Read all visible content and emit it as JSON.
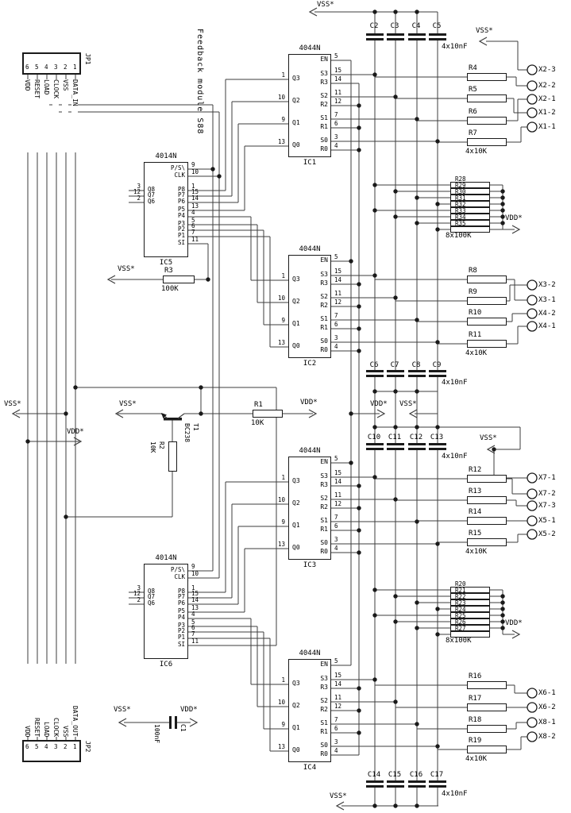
{
  "title": "Feedback module S88",
  "colors": {
    "wire": "#3d3d3d",
    "ink": "#000000",
    "background": "#ffffff"
  },
  "connectors": [
    {
      "ref": "JP1",
      "pin_numbers": [
        "6",
        "5",
        "4",
        "3",
        "2",
        "1"
      ],
      "signals": [
        "VDD",
        "RESET",
        "LOAD",
        "CLOCK",
        "VSS",
        "DATA_IN"
      ]
    },
    {
      "ref": "JP2",
      "pin_numbers": [
        "6",
        "5",
        "4",
        "3",
        "2",
        "1"
      ],
      "signals": [
        "VDD",
        "RESET",
        "LOAD",
        "CLOCK",
        "VSS",
        "DATA_OUT"
      ]
    }
  ],
  "ic_types": {
    "4044N": {
      "right_pins": [
        {
          "name": "EN",
          "num": "5"
        },
        {
          "name": "S3",
          "num": "15"
        },
        {
          "name": "R3",
          "num": "14"
        },
        {
          "name": "S2",
          "num": "11"
        },
        {
          "name": "R2",
          "num": "12"
        },
        {
          "name": "S1",
          "num": "7"
        },
        {
          "name": "R1",
          "num": "6"
        },
        {
          "name": "S0",
          "num": "3"
        },
        {
          "name": "R0",
          "num": "4"
        }
      ],
      "left_pins": [
        {
          "name": "Q3",
          "num": "1"
        },
        {
          "name": "Q2",
          "num": "10"
        },
        {
          "name": "Q1",
          "num": "9"
        },
        {
          "name": "Q0",
          "num": "13"
        }
      ]
    },
    "4014N": {
      "right_pins": [
        {
          "name": "P/S\\",
          "num": "9"
        },
        {
          "name": "CLK",
          "num": "10"
        },
        {
          "name": "P8",
          "num": "1"
        },
        {
          "name": "P7",
          "num": "15"
        },
        {
          "name": "P6",
          "num": "14"
        },
        {
          "name": "P5",
          "num": "13"
        },
        {
          "name": "P4",
          "num": "4"
        },
        {
          "name": "P3",
          "num": "5"
        },
        {
          "name": "P2",
          "num": "6"
        },
        {
          "name": "P1",
          "num": "7"
        },
        {
          "name": "SI",
          "num": "11"
        }
      ],
      "left_pins": [
        {
          "name": "Q8",
          "num": "3"
        },
        {
          "name": "Q7",
          "num": "12"
        },
        {
          "name": "Q6",
          "num": "2"
        }
      ]
    }
  },
  "ics": [
    {
      "ref": "IC1",
      "part": "4044N"
    },
    {
      "ref": "IC2",
      "part": "4044N"
    },
    {
      "ref": "IC3",
      "part": "4044N"
    },
    {
      "ref": "IC4",
      "part": "4044N"
    },
    {
      "ref": "IC5",
      "part": "4014N"
    },
    {
      "ref": "IC6",
      "part": "4014N"
    }
  ],
  "resistors": [
    {
      "ref": "R4"
    },
    {
      "ref": "R5"
    },
    {
      "ref": "R6"
    },
    {
      "ref": "R7",
      "value": "4x10K"
    },
    {
      "ref": "R8"
    },
    {
      "ref": "R9"
    },
    {
      "ref": "R10"
    },
    {
      "ref": "R11",
      "value": "4x10K"
    },
    {
      "ref": "R12"
    },
    {
      "ref": "R13"
    },
    {
      "ref": "R14"
    },
    {
      "ref": "R15",
      "value": "4x10K"
    },
    {
      "ref": "R16"
    },
    {
      "ref": "R17"
    },
    {
      "ref": "R18"
    },
    {
      "ref": "R19",
      "value": "4x10K"
    },
    {
      "ref": "R3",
      "value": "100K"
    },
    {
      "ref": "R1",
      "value": "10K"
    }
  ],
  "resistor_vertical": {
    "ref": "R2",
    "value": "10K"
  },
  "resistor_banks": [
    {
      "refs": [
        "R28",
        "R29",
        "R30",
        "R31",
        "R32",
        "R33",
        "R34",
        "R35"
      ],
      "value": "8x100K"
    },
    {
      "refs": [
        "R20",
        "R21",
        "R22",
        "R23",
        "R24",
        "R25",
        "R26",
        "R27"
      ],
      "value": "8x100K"
    }
  ],
  "capacitor_groups": [
    {
      "refs": [
        "C2",
        "C3",
        "C4",
        "C5"
      ],
      "value": "4x10nF"
    },
    {
      "refs": [
        "C6",
        "C7",
        "C8",
        "C9"
      ],
      "value": "4x10nF"
    },
    {
      "refs": [
        "C10",
        "C11",
        "C12",
        "C13"
      ],
      "value": "4x10nF"
    },
    {
      "refs": [
        "C14",
        "C15",
        "C16",
        "C17"
      ],
      "value": "4x10nF"
    }
  ],
  "capacitor_single": {
    "ref": "C1",
    "value": "100nF"
  },
  "transistor": {
    "ref": "T1",
    "part": "BC238"
  },
  "terminals": [
    "X2-3",
    "X2-2",
    "X2-1",
    "X1-2",
    "X1-1",
    "X3-2",
    "X3-1",
    "X4-2",
    "X4-1",
    "X7-1",
    "X7-2",
    "X7-3",
    "X5-1",
    "X5-2",
    "X6-1",
    "X6-2",
    "X8-1",
    "X8-2"
  ],
  "power_labels": {
    "vss": "VSS*",
    "vdd": "VDD*"
  }
}
